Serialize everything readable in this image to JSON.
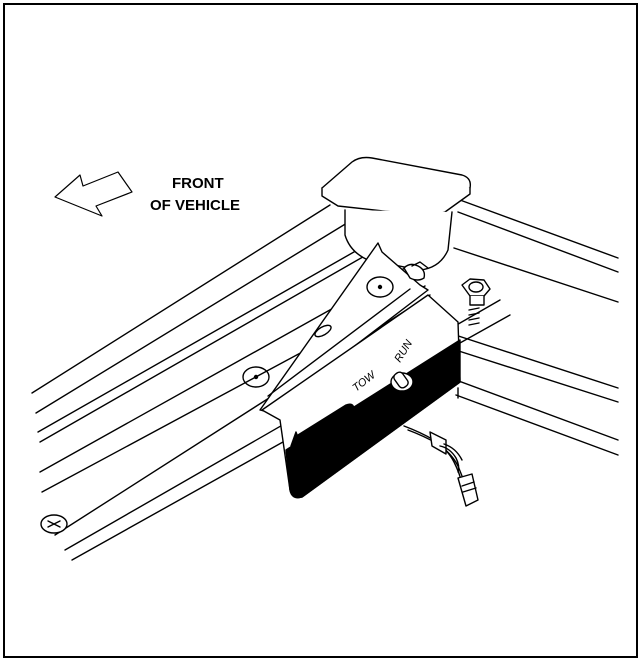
{
  "callout": {
    "line1": "FRONT",
    "line2": "OF VEHICLE",
    "arrow_icon": "left-arrow-icon"
  },
  "switch_plate": {
    "tow_label": "TOW",
    "run_label": "RUN",
    "warning_icon": "warning-triangle-icon"
  },
  "colors": {
    "line": "#000000",
    "background": "#ffffff",
    "decal_fill": "#000000"
  }
}
